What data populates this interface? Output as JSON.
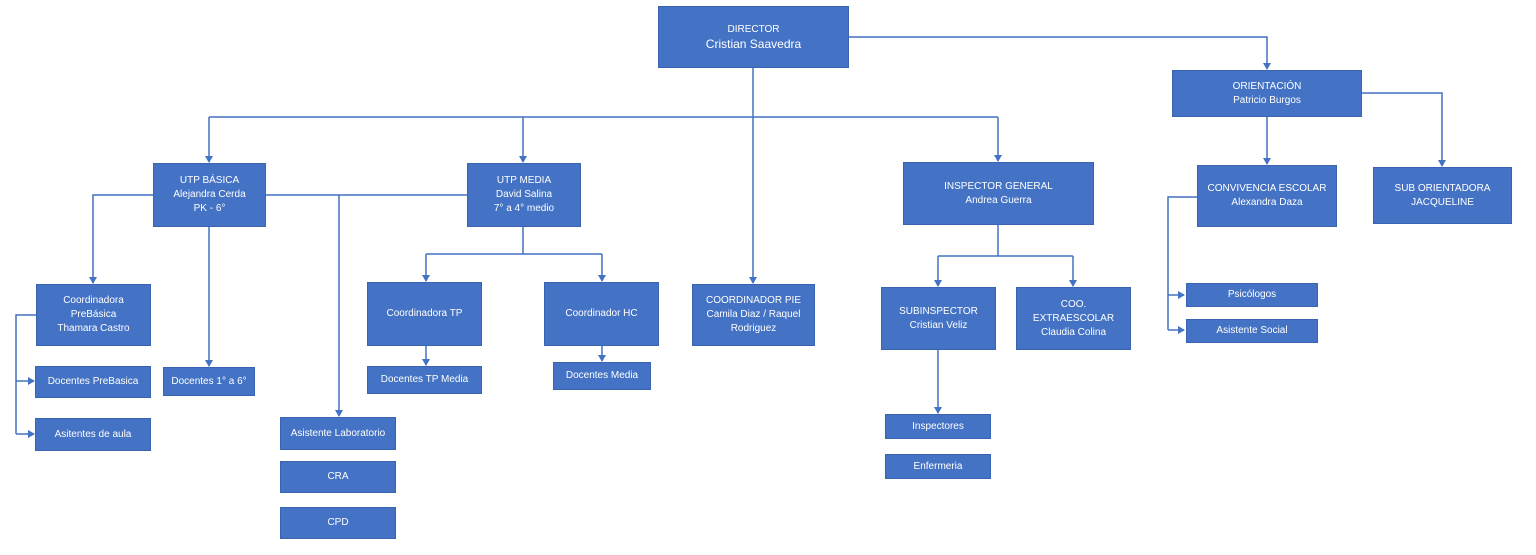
{
  "org": {
    "colors": {
      "box": "#4472c4",
      "line": "#4472c4",
      "text": "#ffffff",
      "background": "#ffffff"
    },
    "nodes": {
      "director": [
        "DIRECTOR",
        "Cristian Saavedra"
      ],
      "orientacion": [
        "ORIENTACIÓN",
        "Patricio Burgos"
      ],
      "utp_basica": [
        "UTP BÁSICA",
        "Alejandra  Cerda",
        "PK - 6°"
      ],
      "utp_media": [
        "UTP MEDIA",
        "David Salina",
        "7° a 4° medio"
      ],
      "inspector_general": [
        "INSPECTOR GENERAL",
        "Andrea  Guerra"
      ],
      "convivencia": [
        "CONVIVENCIA ESCOLAR",
        "Alexandra  Daza"
      ],
      "sub_orientadora": [
        "SUB ORIENTADORA",
        "JACQUELINE"
      ],
      "coord_prebasica": [
        "Coordinadora",
        "PreBásica",
        "Thamara Castro"
      ],
      "docentes_prebasica": [
        "Docentes PreBasica"
      ],
      "asistentes_aula": [
        "Asitentes de aula"
      ],
      "docentes_1_6": [
        "Docentes 1° a 6°"
      ],
      "asistente_lab": [
        "Asistente Laboratorio"
      ],
      "cra": [
        "CRA"
      ],
      "cpd": [
        "CPD"
      ],
      "coord_tp": [
        "Coordinadora TP"
      ],
      "docentes_tp": [
        "Docentes TP Media"
      ],
      "coord_hc": [
        "Coordinador HC"
      ],
      "docentes_media": [
        "Docentes Media"
      ],
      "coord_pie": [
        "COORDINADOR PIE",
        "Camila Diaz / Raquel",
        "Rodriguez"
      ],
      "subinspector": [
        "SUBINSPECTOR",
        "Cristian Veliz"
      ],
      "coo_extraescolar": [
        "COO.",
        "EXTRAESCOLAR",
        "Claudia Colina"
      ],
      "inspectores": [
        "Inspectores"
      ],
      "enfermeria": [
        "Enfermeria"
      ],
      "psicologos": [
        "Psicólogos"
      ],
      "asistente_social": [
        "Asistente Social"
      ]
    }
  }
}
